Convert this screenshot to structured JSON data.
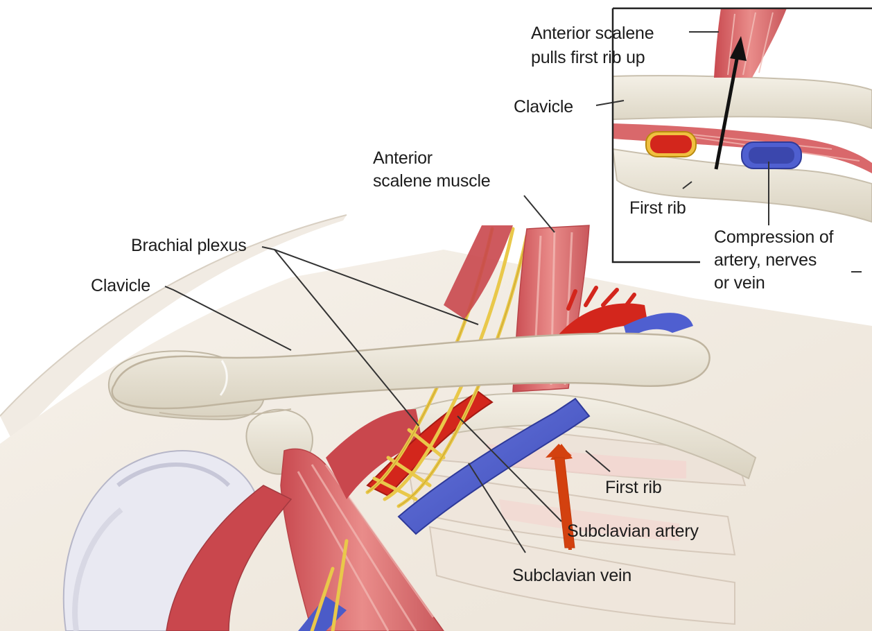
{
  "main_labels": {
    "anterior_scalene_muscle": "Anterior\nscalene muscle",
    "brachial_plexus": "Brachial plexus",
    "clavicle": "Clavicle",
    "first_rib": "First rib",
    "subclavian_artery": "Subclavian artery",
    "subclavian_vein": "Subclavian vein"
  },
  "inset_labels": {
    "anterior_scalene_pulls": "Anterior scalene\npulls first rib up",
    "clavicle": "Clavicle",
    "first_rib": "First rib",
    "compression": "Compression of\nartery, nerves\nor vein"
  },
  "colors": {
    "bone": "#ede8db",
    "bone_shadow": "#cfc8b6",
    "muscle": "#d9686b",
    "muscle_light": "#efb3b0",
    "artery": "#d3261c",
    "vein": "#4f5fd0",
    "nerve": "#e9c84a",
    "leader_line": "#333333",
    "callout_arrow": "#d3410f",
    "inset_arrow": "#111111"
  },
  "icons": {
    "callout_arrow": "red-arrow-icon",
    "inset_arrow": "black-arrow-icon"
  }
}
